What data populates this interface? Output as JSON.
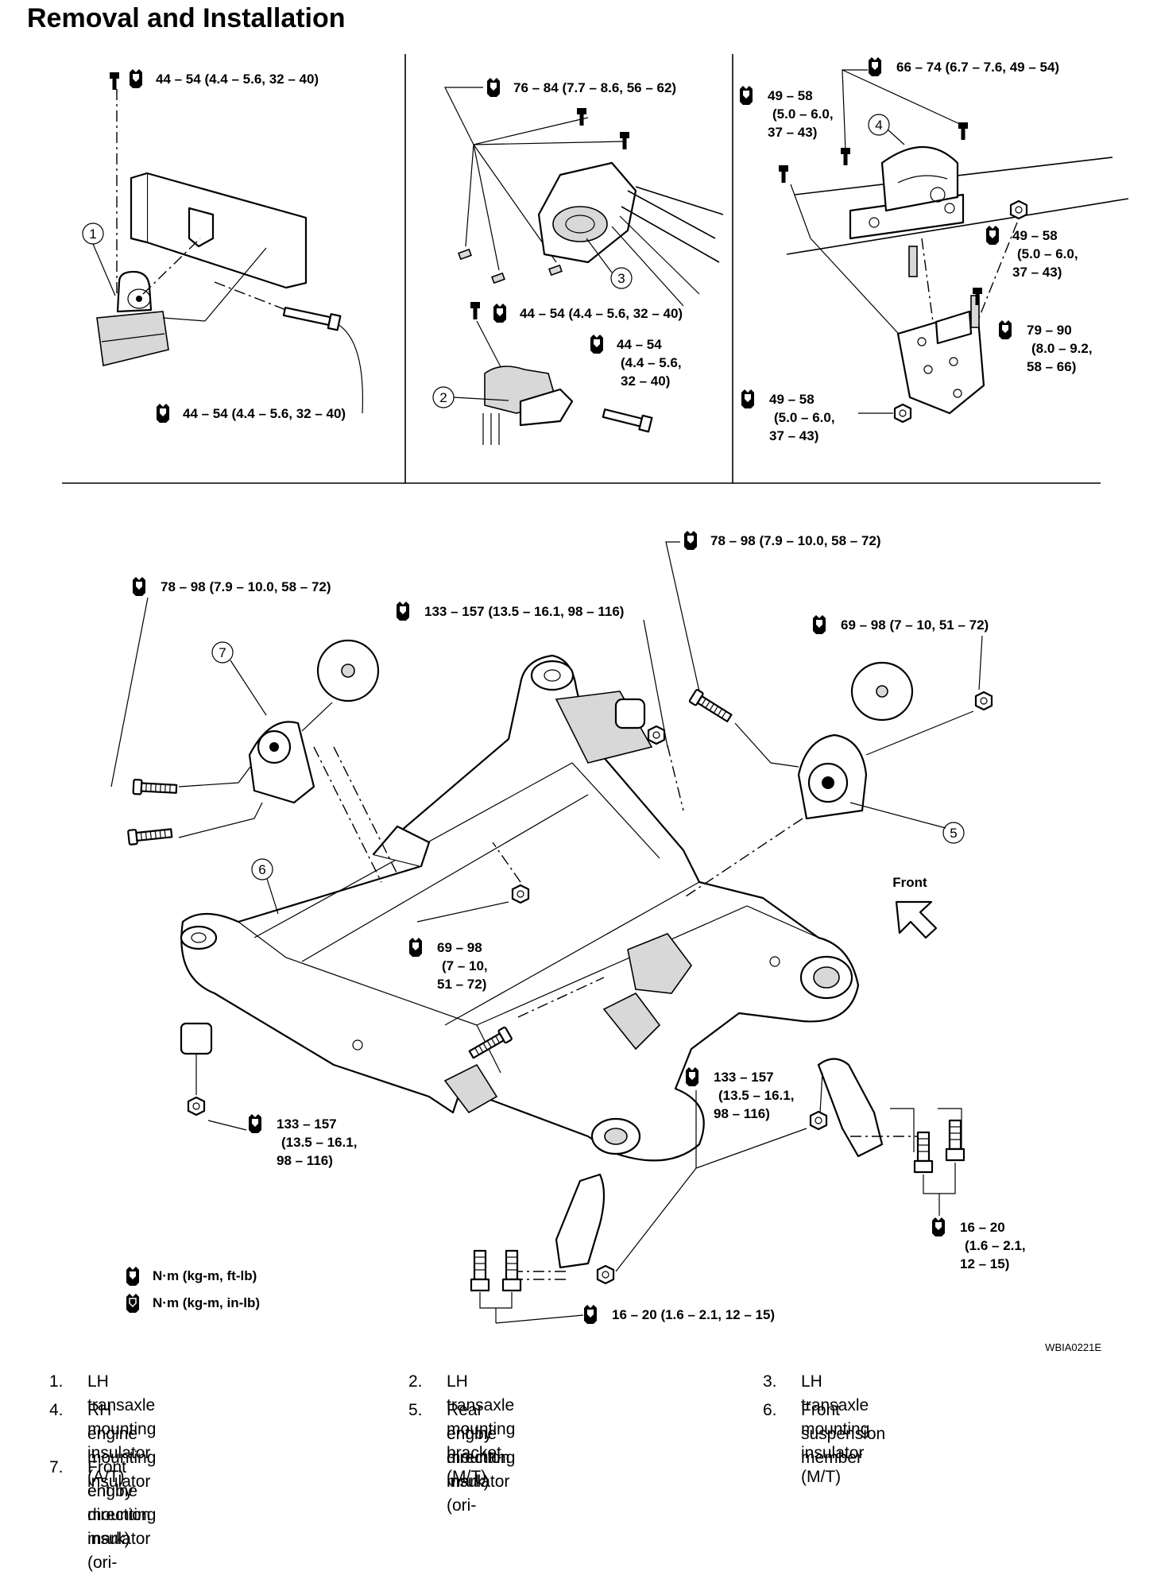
{
  "title": "Removal and Installation",
  "figure_code": "WBIA0221E",
  "units_legend": [
    {
      "icon": "torque-wrench-icon",
      "text": "N·m (kg-m, ft-lb)"
    },
    {
      "icon": "torque-wrench-filled-icon",
      "text": "N·m (kg-m, in-lb)"
    }
  ],
  "callout_numbers": [
    "1",
    "2",
    "3",
    "4",
    "5",
    "6",
    "7"
  ],
  "torque_labels": {
    "p1_top": "44 – 54 (4.4 – 5.6, 32 – 40)",
    "p1_bottom": "44 – 54 (4.4 – 5.6, 32 – 40)",
    "p2_top": "76 – 84 (7.7 – 8.6, 56 – 62)",
    "p2_mid": "44 – 54 (4.4 – 5.6, 32 – 40)",
    "p2_right": [
      "44 – 54",
      "(4.4 – 5.6,",
      "32 – 40)"
    ],
    "p3_top": "66 – 74 (6.7 – 7.6, 49 – 54)",
    "p3_left_top": [
      "49 – 58",
      "(5.0 – 6.0,",
      "37 – 43)"
    ],
    "p3_right_mid": [
      "49 – 58",
      "(5.0 – 6.0,",
      "37 – 43)"
    ],
    "p3_right_low": [
      "79 – 90",
      "(8.0 – 9.2,",
      "58 – 66)"
    ],
    "p3_left_bottom": [
      "49 – 58",
      "(5.0 – 6.0,",
      "37 – 43)"
    ],
    "m_front_left": "78 – 98 (7.9 – 10.0, 58 – 72)",
    "m_top_right": "78 – 98 (7.9 – 10.0, 58 – 72)",
    "m_center_top": "133 – 157 (13.5 – 16.1, 98 – 116)",
    "m_right_nut": "69 – 98 (7 – 10, 51 – 72)",
    "m_center_nut": [
      "69 – 98",
      "(7 – 10,",
      "51 – 72)"
    ],
    "m_rear_right": [
      "133 – 157",
      "(13.5 – 16.1,",
      "98 – 116)"
    ],
    "m_rear_left": [
      "133 – 157",
      "(13.5 – 16.1,",
      "98 – 116)"
    ],
    "m_bolts_right": [
      "16 – 20",
      "(1.6 – 2.1,",
      "12 – 15)"
    ],
    "m_bolts_bottom": "16 – 20 (1.6 – 2.1, 12 – 15)"
  },
  "front_label": "Front",
  "legend": [
    {
      "num": "1.",
      "text": "LH transaxle mounting insulator (A/T)"
    },
    {
      "num": "2.",
      "text": "LH transaxle mounting bracket (M/T)"
    },
    {
      "num": "3.",
      "text": "LH transaxle mounting insulator (M/T)"
    },
    {
      "num": "4.",
      "text": "RH engine mounting insulator"
    },
    {
      "num": "5.",
      "text": "Rear engine mounting insulator (ori-",
      "text2": "ent by direction mark)"
    },
    {
      "num": "6.",
      "text": "Front suspension member"
    },
    {
      "num": "7.",
      "text": "Front engine mounting insulator (ori-",
      "text2": "ent by direction mark)"
    }
  ]
}
